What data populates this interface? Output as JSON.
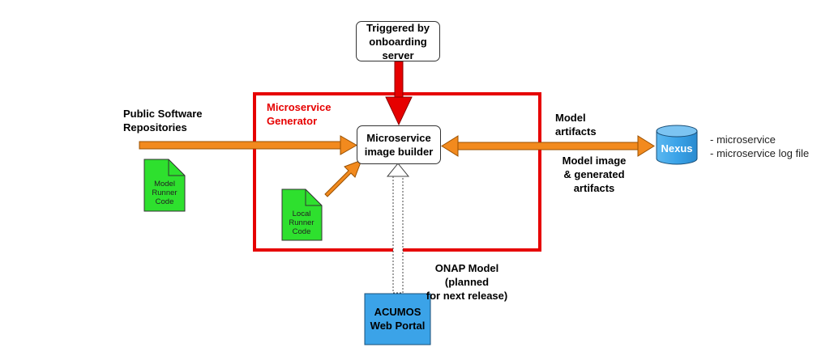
{
  "trigger_box": {
    "line1": "Triggered by",
    "line2": "onboarding",
    "line3": "server"
  },
  "generator": {
    "title_line1": "Microservice",
    "title_line2": "Generator",
    "border_color": "#e60000"
  },
  "builder": {
    "line1": "Microservice",
    "line2": "image builder"
  },
  "public_repos": {
    "line1": "Public Software",
    "line2": "Repositories"
  },
  "model_runner_doc": {
    "line1": "Model",
    "line2": "Runner",
    "line3": "Code",
    "color": "#2ee02e"
  },
  "local_runner_doc": {
    "line1": "Local",
    "line2": "Runner",
    "line3": "Code",
    "color": "#2ee02e"
  },
  "model_artifacts": {
    "line1": "Model",
    "line2": "artifacts"
  },
  "model_image": {
    "line1": "Model image",
    "line2": "& generated",
    "line3": "artifacts"
  },
  "nexus": {
    "label": "Nexus",
    "color": "#3ba3e8"
  },
  "nexus_contents": {
    "item1": "- microservice",
    "item2": "- microservice log file"
  },
  "onap_model": {
    "line1": "ONAP Model (planned",
    "line2": "for next release)"
  },
  "acumos": {
    "line1": "ACUMOS",
    "line2": "Web Portal",
    "color": "#3ba3e8"
  },
  "colors": {
    "arrow_orange": "#f28a1e",
    "arrow_red": "#e60000",
    "green_doc": "#2ee02e",
    "blue": "#3ba3e8"
  }
}
